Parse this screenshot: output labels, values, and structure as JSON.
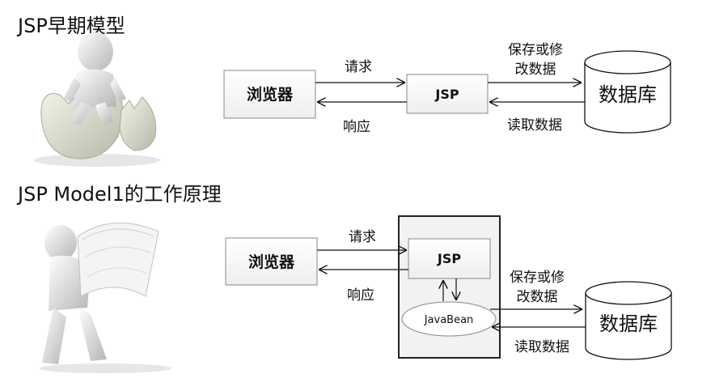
{
  "titles": {
    "early": "JSP早期模型",
    "model1": "JSP Model1的工作原理"
  },
  "early": {
    "browser": "浏览器",
    "jsp": "JSP",
    "database": "数据库",
    "request": "请求",
    "response": "响应",
    "save_line1": "保存或修",
    "save_line2": "改数据",
    "read": "读取数据"
  },
  "model1": {
    "browser": "浏览器",
    "jsp": "JSP",
    "javabean": "JavaBean",
    "database": "数据库",
    "request": "请求",
    "response": "响应",
    "save_line1": "保存或修",
    "save_line2": "改数据",
    "read": "读取数据"
  },
  "icons": {
    "early": "person-in-eggshell-icon",
    "model1": "person-carrying-book-icon"
  }
}
